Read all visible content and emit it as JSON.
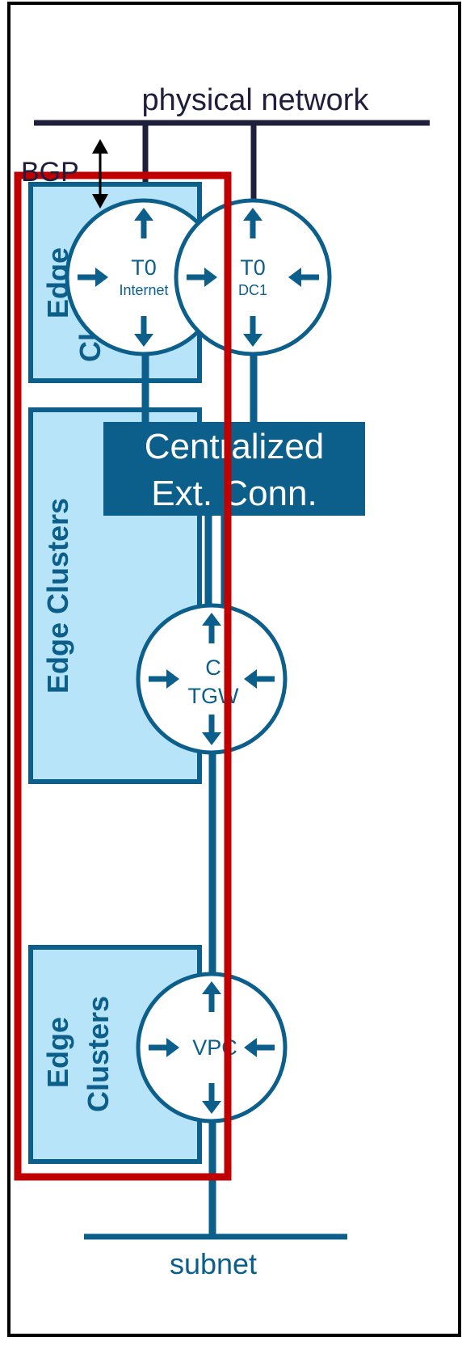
{
  "top_label": "physical network",
  "bottom_label": "subnet",
  "bgp_label": "BGP",
  "edge_clusters": [
    {
      "lines": [
        "Edge",
        "Cl"
      ]
    },
    {
      "lines": [
        "Edge Clusters"
      ]
    },
    {
      "lines": [
        "Edge",
        "Clusters"
      ]
    }
  ],
  "routers": [
    {
      "line1": "T0",
      "line2": "Internet"
    },
    {
      "line1": "T0",
      "line2": "DC1"
    },
    {
      "line1": "C",
      "line2": "TGW"
    },
    {
      "line1": "VPC",
      "line2": ""
    }
  ],
  "banner": {
    "line1": "Centralized",
    "line2": "Ext. Conn."
  },
  "colors": {
    "primary": "#0b5f8a",
    "cluster_fill": "#b7e4f9",
    "highlight": "#c00000",
    "network_line": "#1f1f3d",
    "frame": "#000000"
  },
  "icons": [
    "four-way-arrows-icon",
    "bgp-double-arrow-icon"
  ]
}
